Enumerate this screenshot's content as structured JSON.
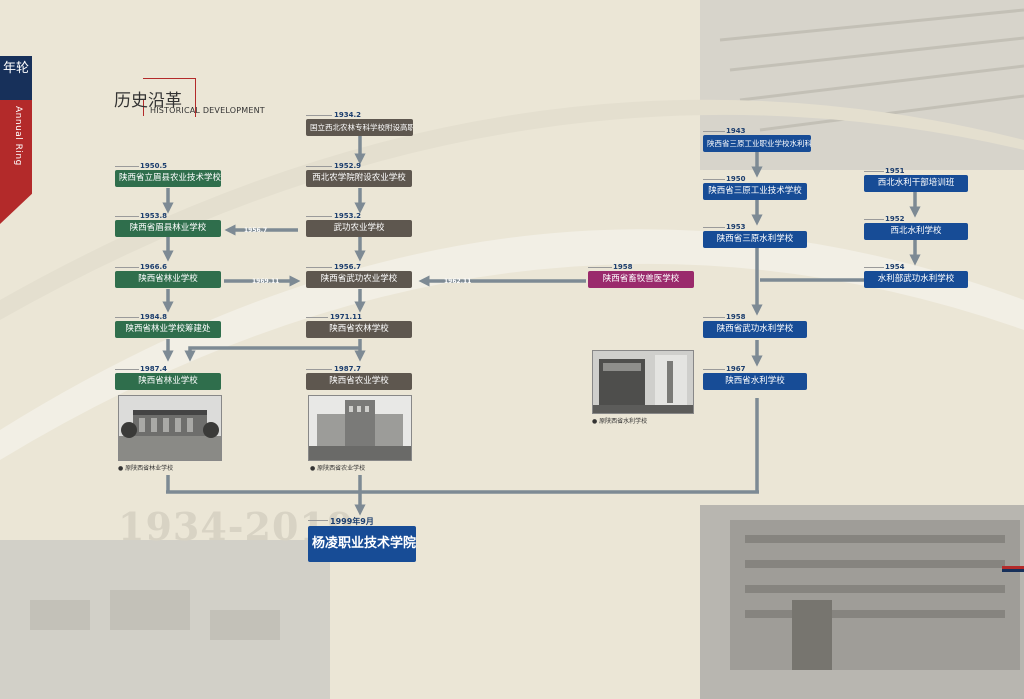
{
  "side_tab": {
    "title": "年轮",
    "subtitle": "Annual Ring"
  },
  "heading": {
    "cn": "历史沿革",
    "en": "HISTORICAL DEVELOPMENT"
  },
  "nodes": {
    "n1934": {
      "year": "1934.2",
      "label": "国立西北农林专科学校附设高职"
    },
    "n1952": {
      "year": "1952.9",
      "label": "西北农学院附设农业学校"
    },
    "n1953w": {
      "year": "1953.2",
      "label": "武功农业学校"
    },
    "n1956w": {
      "year": "1956.7",
      "label": "陕西省武功农业学校"
    },
    "n1971": {
      "year": "1971.11",
      "label": "陕西省农林学校"
    },
    "n1987a": {
      "year": "1987.7",
      "label": "陕西省农业学校"
    },
    "n1950": {
      "year": "1950.5",
      "label": "陕西省立眉县农业技术学校"
    },
    "n1953m": {
      "year": "1953.8",
      "label": "陕西省眉县林业学校"
    },
    "n1966": {
      "year": "1966.6",
      "label": "陕西省林业学校"
    },
    "n1984": {
      "year": "1984.8",
      "label": "陕西省林业学校筹建处"
    },
    "n1987f": {
      "year": "1987.4",
      "label": "陕西省林业学校"
    },
    "n1958x": {
      "year": "1958",
      "label": "陕西省畜牧兽医学校"
    },
    "n1943": {
      "year": "1943",
      "label": "陕西省三原工业职业学校水利科"
    },
    "n1950s": {
      "year": "1950",
      "label": "陕西省三原工业技术学校"
    },
    "n1953s": {
      "year": "1953",
      "label": "陕西省三原水利学校"
    },
    "n1958w": {
      "year": "1958",
      "label": "陕西省武功水利学校"
    },
    "n1967": {
      "year": "1967",
      "label": "陕西省水利学校"
    },
    "n1951": {
      "year": "1951",
      "label": "西北水利干部培训班"
    },
    "n1952b": {
      "year": "1952",
      "label": "西北水利学校"
    },
    "n1954": {
      "year": "1954",
      "label": "水利部武功水利学校"
    },
    "final": {
      "year": "1999年9月",
      "label": "杨凌职业技术学院"
    }
  },
  "arrow_labels": {
    "a1956": "1956.7",
    "a1969": "1969.11",
    "a1962": "1962.11"
  },
  "captions": {
    "forestry": "原陕西省林业学校",
    "agri": "原陕西省农业学校",
    "water": "原陕西省水利学校"
  },
  "years_span": "1934-2019",
  "colors": {
    "green": "#2f6e4c",
    "grey": "#5e574f",
    "blue": "#174c96",
    "magenta": "#9a2a6c",
    "accent_red": "#b32a2a",
    "navy": "#17305a",
    "connector": "#7d8a94"
  }
}
